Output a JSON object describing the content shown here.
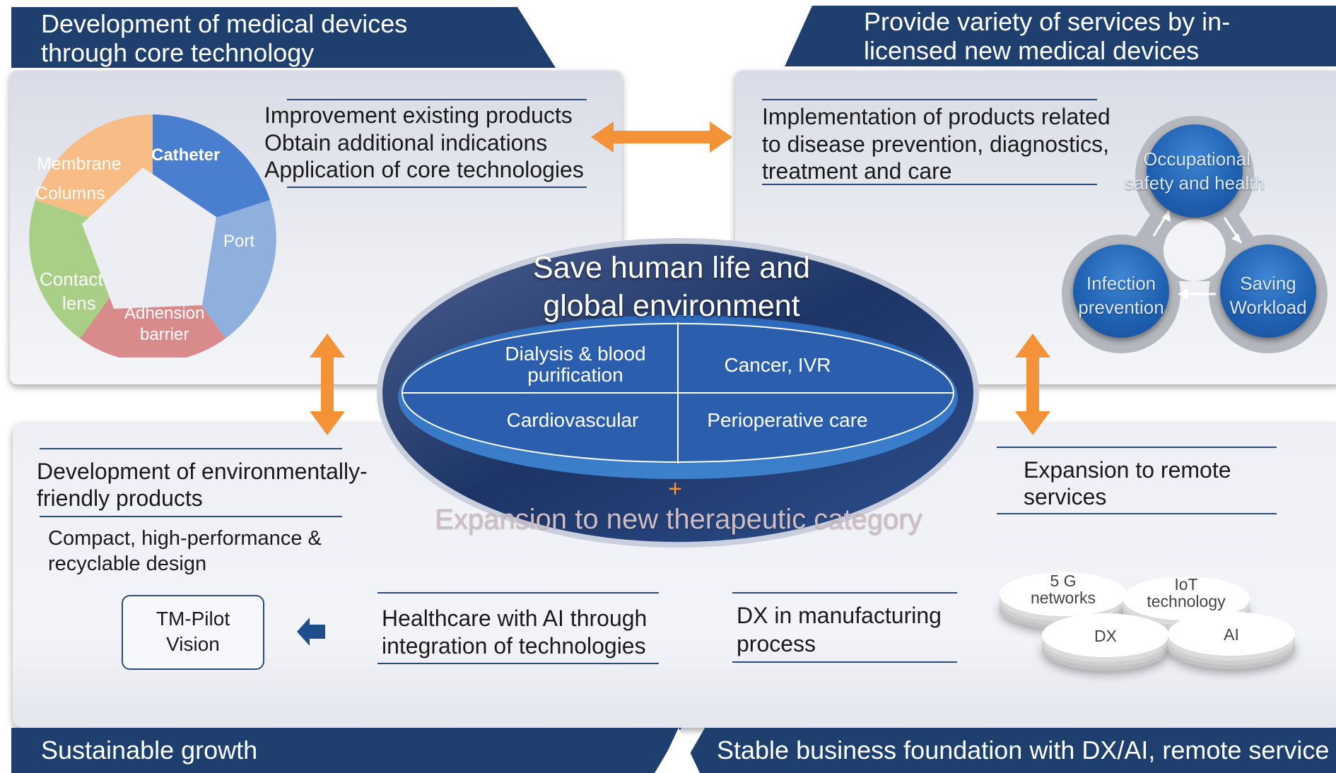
{
  "banners": {
    "top_left": [
      "Development of medical devices",
      "through core technology"
    ],
    "top_right": [
      "Provide variety of services by in-",
      "licensed new medical devices"
    ],
    "bottom_left": "Sustainable growth",
    "bottom_right": "Stable business foundation with DX/AI, remote service"
  },
  "core_tech": {
    "lines": [
      "Improvement existing products",
      "Obtain additional indications",
      "Application of core technologies"
    ]
  },
  "pie": {
    "labels": [
      "Catheter",
      "Port",
      "Adhension",
      "barrier",
      "Contact",
      "lens",
      "Membrane",
      "Columns"
    ],
    "colors": [
      "#4a7fd0",
      "#8fb0dc",
      "#d98a8a",
      "#a9cf86",
      "#f8bd86"
    ]
  },
  "inlicensed": {
    "lines": [
      "Implementation of products related",
      "to disease prevention, diagnostics,",
      "treatment and care"
    ]
  },
  "cycle": {
    "items": [
      "Occupational",
      "safety and health",
      "Infection",
      "prevention",
      "Saving",
      "Workload"
    ]
  },
  "center": {
    "title": [
      "Save human  life and",
      "global  environment"
    ],
    "quadrants": [
      "Dialysis & blood",
      "purification",
      "Cancer, IVR",
      "Cardiovascular",
      "Perioperative care"
    ],
    "plus": "+",
    "expansion": "Expansion to new therapeutic category"
  },
  "env": {
    "heading": [
      "Development of environmentally-",
      "friendly products"
    ],
    "sub": [
      "Compact, high-performance  &",
      "recyclable design"
    ]
  },
  "tm_pilot": [
    "TM-Pilot",
    "Vision"
  ],
  "ai_health": [
    "Healthcare with AI through",
    "integration of technologies"
  ],
  "dx_mfg": [
    "DX in manufacturing",
    "process"
  ],
  "remote": [
    "Expansion to remote",
    "services"
  ],
  "tech_coins": [
    "5 G",
    "networks",
    "IoT",
    "technology",
    "DX",
    "AI"
  ],
  "colors": {
    "navy": "#1f3f6e",
    "arrow": "#f39237",
    "ellipse": "#1e3a6e"
  }
}
